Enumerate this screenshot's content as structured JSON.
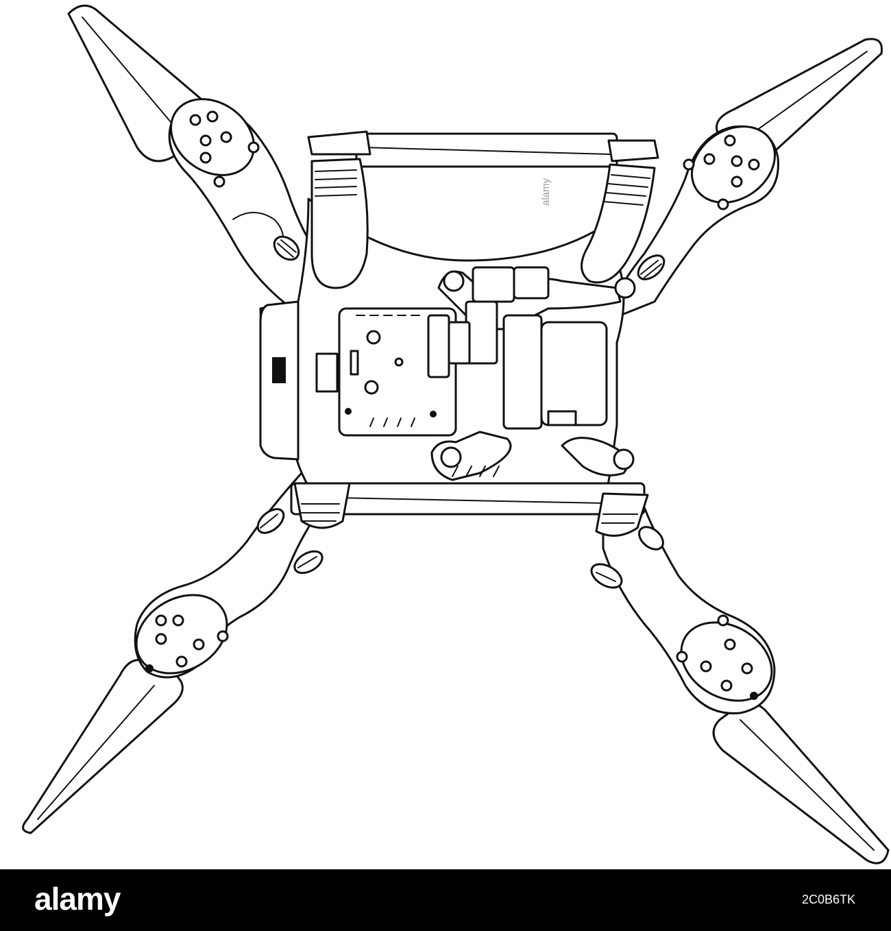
{
  "watermark": {
    "brand": "alamy",
    "image_id": "2C0B6TK",
    "side_label": "alamy"
  },
  "colors": {
    "background": "#ffffff",
    "ink": "#111111",
    "footer": "#000000",
    "footer_text": "#ffffff"
  }
}
